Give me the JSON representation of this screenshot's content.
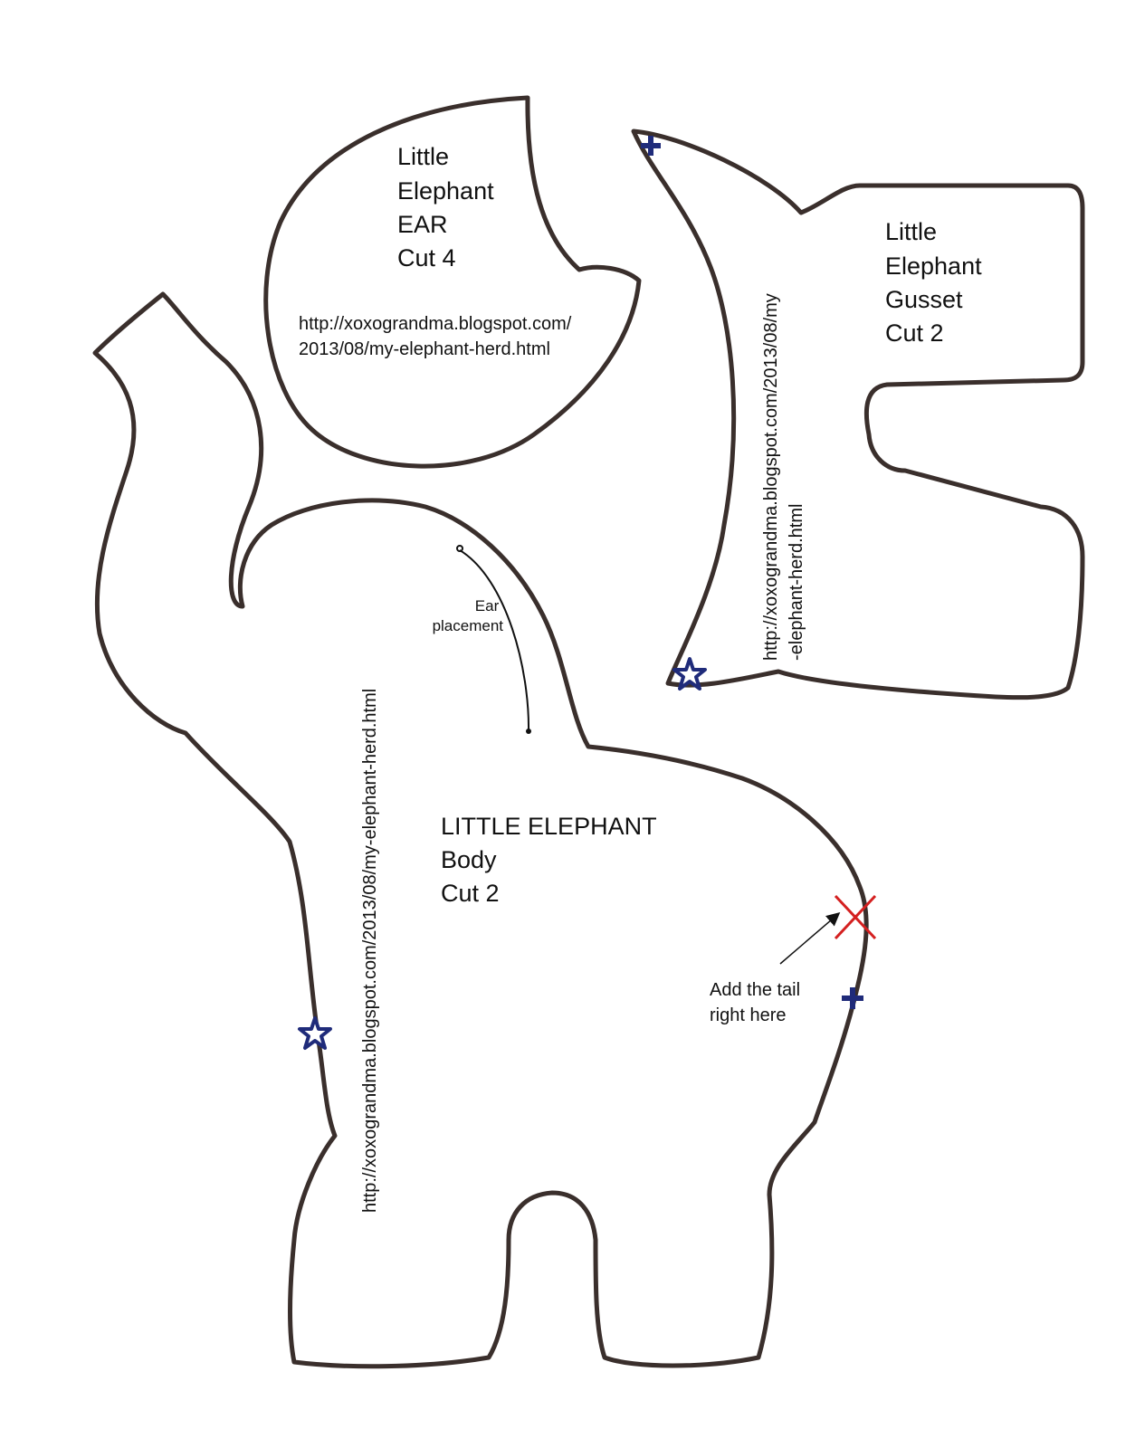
{
  "colors": {
    "outline": "#3a2f2c",
    "text": "#111111",
    "marker": "#1f2b7a",
    "tail_mark": "#d42020"
  },
  "ear": {
    "lines": [
      "Little",
      "Elephant",
      "EAR",
      "Cut 4"
    ],
    "url_lines": [
      "http://xoxograndma.blogspot.com/",
      "2013/08/my-elephant-herd.html"
    ]
  },
  "gusset": {
    "lines": [
      "Little",
      "Elephant",
      "Gusset",
      "Cut 2"
    ],
    "url_lines": [
      "http://xoxograndma.blogspot.com/2013/08/my",
      "-elephant-herd.html"
    ],
    "markers": [
      "plus-icon",
      "star-icon"
    ]
  },
  "body": {
    "lines": [
      "LITTLE ELEPHANT",
      "Body",
      "Cut 2"
    ],
    "url": "http://xoxograndma.blogspot.com/2013/08/my-elephant-herd.html",
    "ear_note_lines": [
      "Ear",
      "placement"
    ],
    "tail_note_lines": [
      "Add the tail",
      "right here"
    ],
    "markers": [
      "star-icon",
      "plus-icon",
      "x-mark-icon"
    ]
  }
}
